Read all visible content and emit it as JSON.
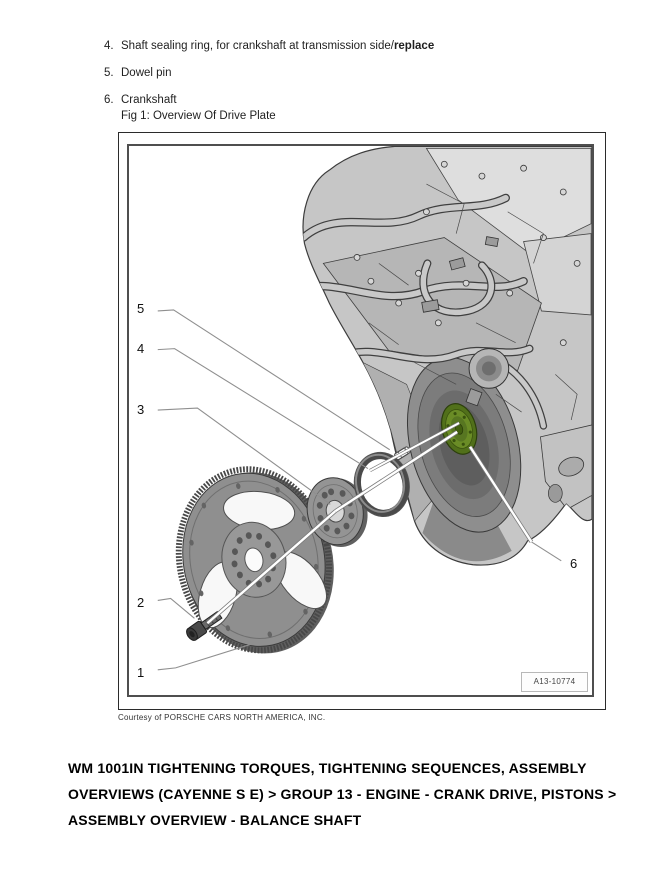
{
  "page": {
    "list_items": [
      {
        "number": "4.",
        "text": "Shaft sealing ring, for crankshaft at transmission side/",
        "bold_text": "replace"
      },
      {
        "number": "5.",
        "text": "Dowel pin",
        "bold_text": ""
      },
      {
        "number": "6.",
        "text": "Crankshaft",
        "bold_text": ""
      }
    ],
    "figure": {
      "caption": "Fig 1: Overview Of Drive Plate",
      "callouts": [
        {
          "label": "1"
        },
        {
          "label": "2"
        },
        {
          "label": "3"
        },
        {
          "label": "4"
        },
        {
          "label": "5"
        },
        {
          "label": "6"
        }
      ],
      "image_code": "A13-10774",
      "highlight_color": "#5c7a1e"
    },
    "courtesy": "Courtesy of PORSCHE CARS NORTH AMERICA, INC.",
    "heading": {
      "text": "WM 1001IN TIGHTENING TORQUES, TIGHTENING SEQUENCES, ASSEMBLY OVERVIEWS (CAYENNE S E) > GROUP 13 - ENGINE - CRANK DRIVE, PISTONS > ASSEMBLY OVERVIEW - BALANCE SHAFT",
      "lines": [
        "WM 1001IN TIGHTENING TORQUES, TIGHTENING SEQUENCES, ASSEMBLY",
        "OVERVIEWS (CAYENNE S E) > GROUP 13 - ENGINE - CRANK DRIVE, PISTONS >",
        "ASSEMBLY OVERVIEW - BALANCE SHAFT"
      ]
    }
  }
}
